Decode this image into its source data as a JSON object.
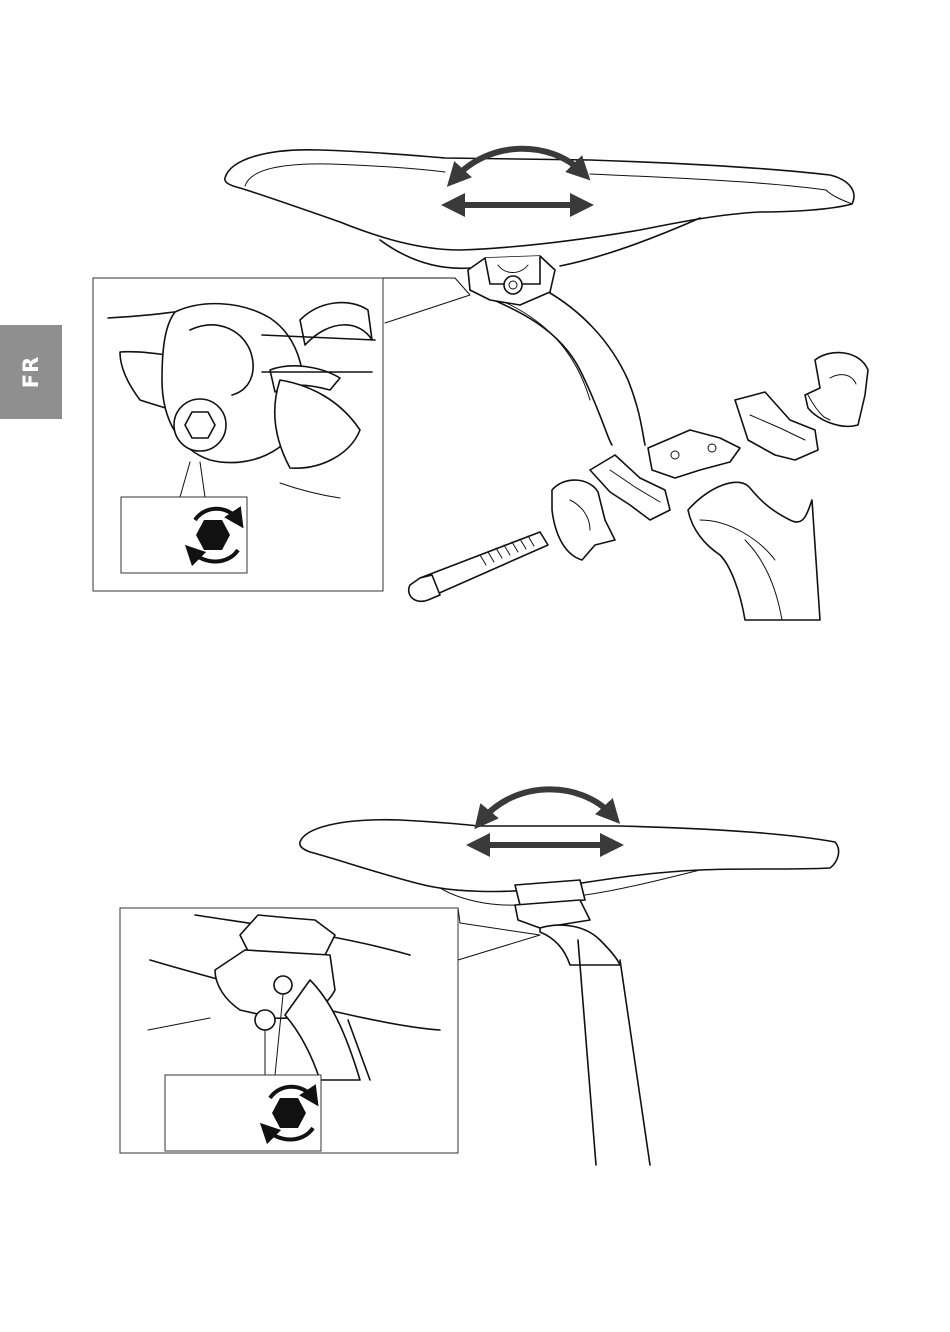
{
  "page": {
    "language_tab": "FR",
    "tab_color": "#8f8f8f"
  },
  "figures": [
    {
      "name": "saddle-clamp-type-a",
      "adjustments": [
        "tilt-rotation-arrow",
        "fore-aft-slide-arrow"
      ],
      "detail_callout": "loosen-tighten-clamp-bolt-hex-icon",
      "exploded_parts": [
        "clamp-bolt",
        "lower-cradle",
        "rail-cradle-left",
        "rail-clamp-top",
        "rail-cradle-right",
        "upper-cradle",
        "seatpost-head"
      ]
    },
    {
      "name": "saddle-clamp-type-b",
      "adjustments": [
        "tilt-rotation-arrow",
        "fore-aft-slide-arrow"
      ],
      "detail_callout": "loosen-tighten-clamp-bolts-hex-icon"
    }
  ]
}
